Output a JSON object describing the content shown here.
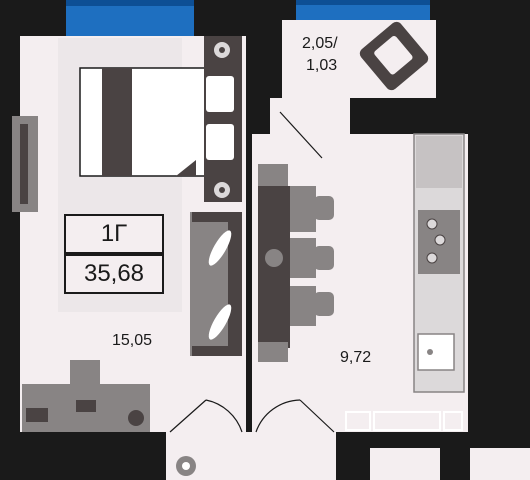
{
  "plan": {
    "apartment_type": "1Г",
    "total_area": "35,68",
    "living_room_area": "15,05",
    "kitchen_area": "9,72",
    "balcony_area_line1": "2,05/",
    "balcony_area_line2": "1,03"
  },
  "colors": {
    "wall": "#1a1a1a",
    "floor": "#f4eef0",
    "furniture_dark": "#4a4343",
    "furniture_mid": "#888484",
    "furniture_light": "#dcd9da",
    "window": "#1e6fc0"
  }
}
